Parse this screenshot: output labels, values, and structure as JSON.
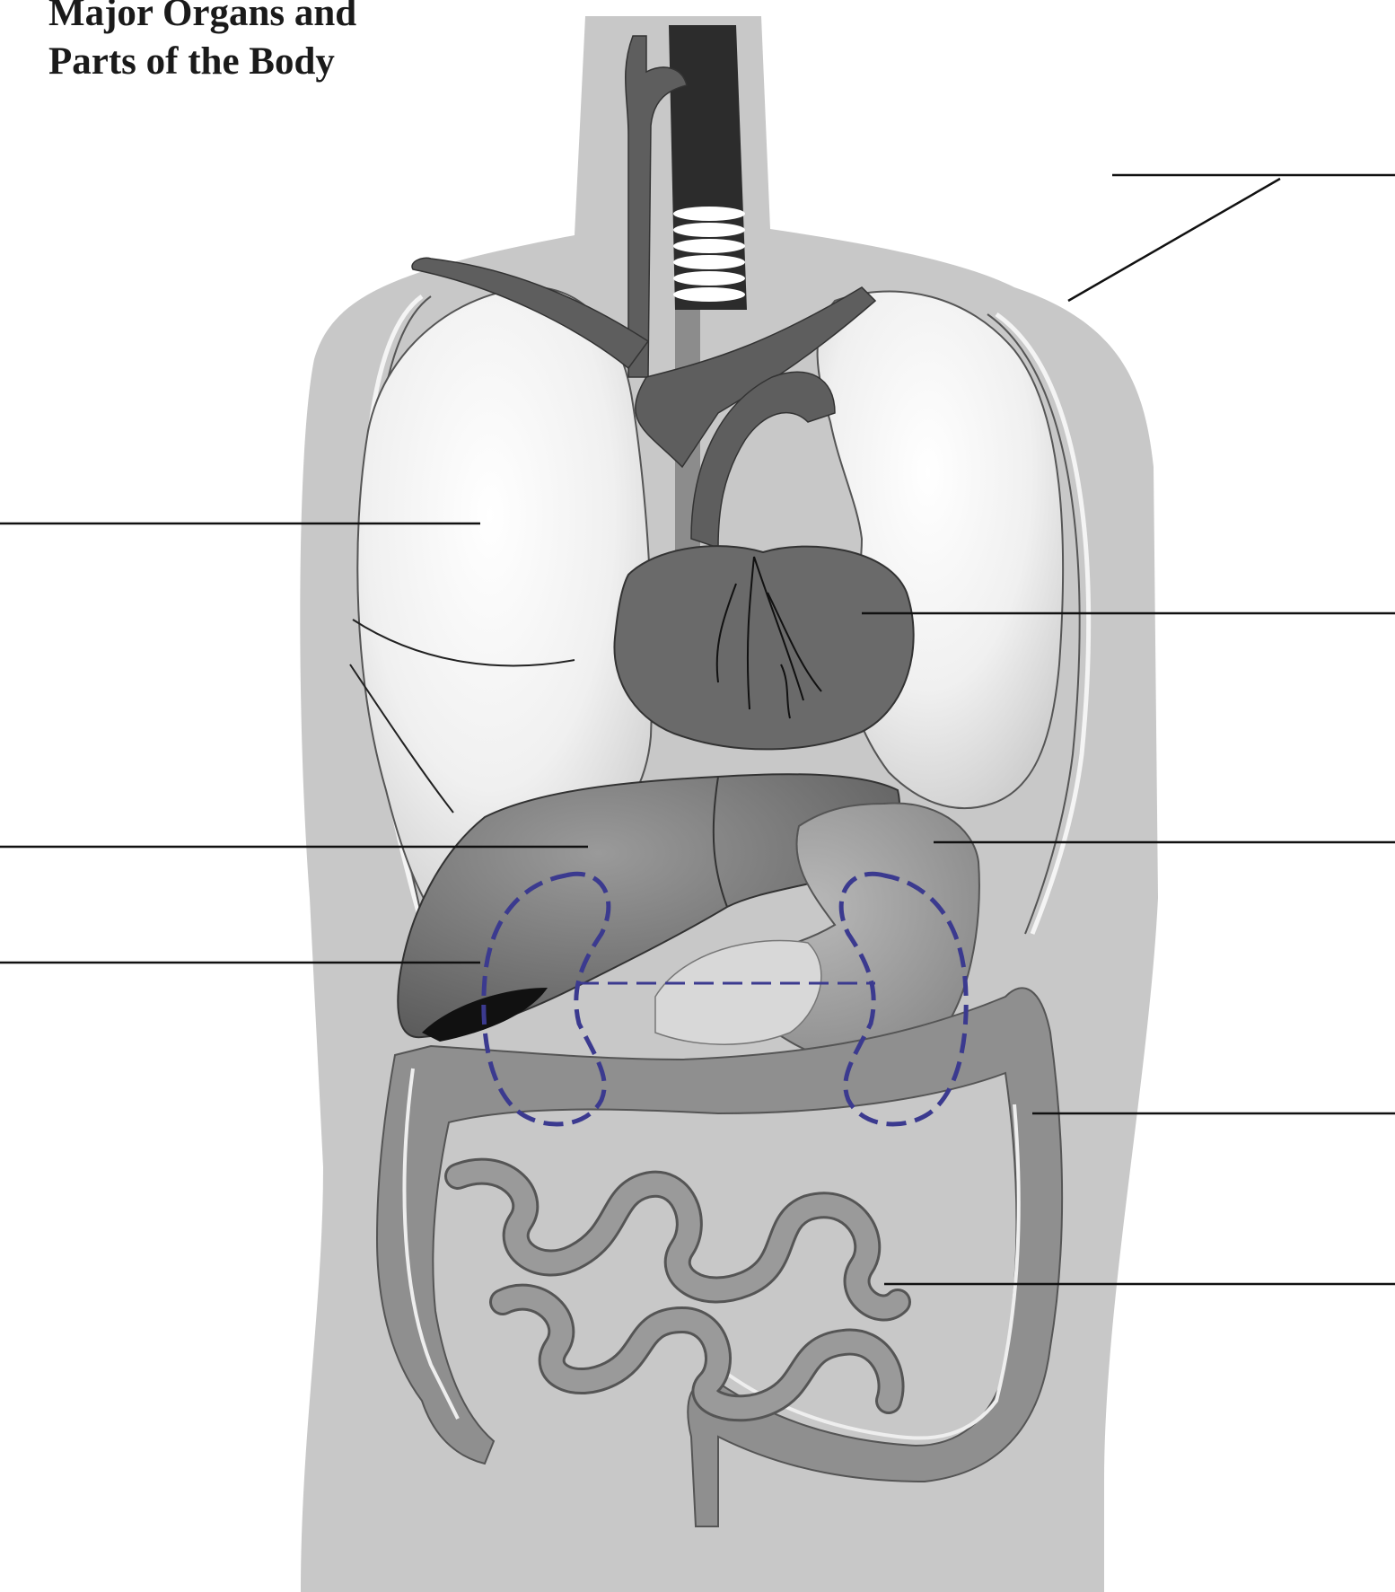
{
  "title": {
    "line1": "Major Organs and",
    "line2": "Parts of the Body"
  },
  "labels": [
    {
      "id": "torso-label",
      "text": ""
    },
    {
      "id": "lung-label",
      "text": ""
    },
    {
      "id": "heart-label",
      "text": ""
    },
    {
      "id": "liver-label",
      "text": ""
    },
    {
      "id": "stomach-label",
      "text": ""
    },
    {
      "id": "gallbladder-label",
      "text": ""
    },
    {
      "id": "large-intestine-label",
      "text": ""
    },
    {
      "id": "small-intestine-label",
      "text": ""
    }
  ],
  "colors": {
    "body": "#c8c8c8",
    "lung": "#eeeeee",
    "heart": "#6a6a6a",
    "liver": "#7a7a7a",
    "stomach": "#9c9c9c",
    "intestine": "#8f8f8f",
    "trachea": "#2c2c2c",
    "kidney_outline": "#3b3a8f",
    "leader_line": "#111111"
  }
}
